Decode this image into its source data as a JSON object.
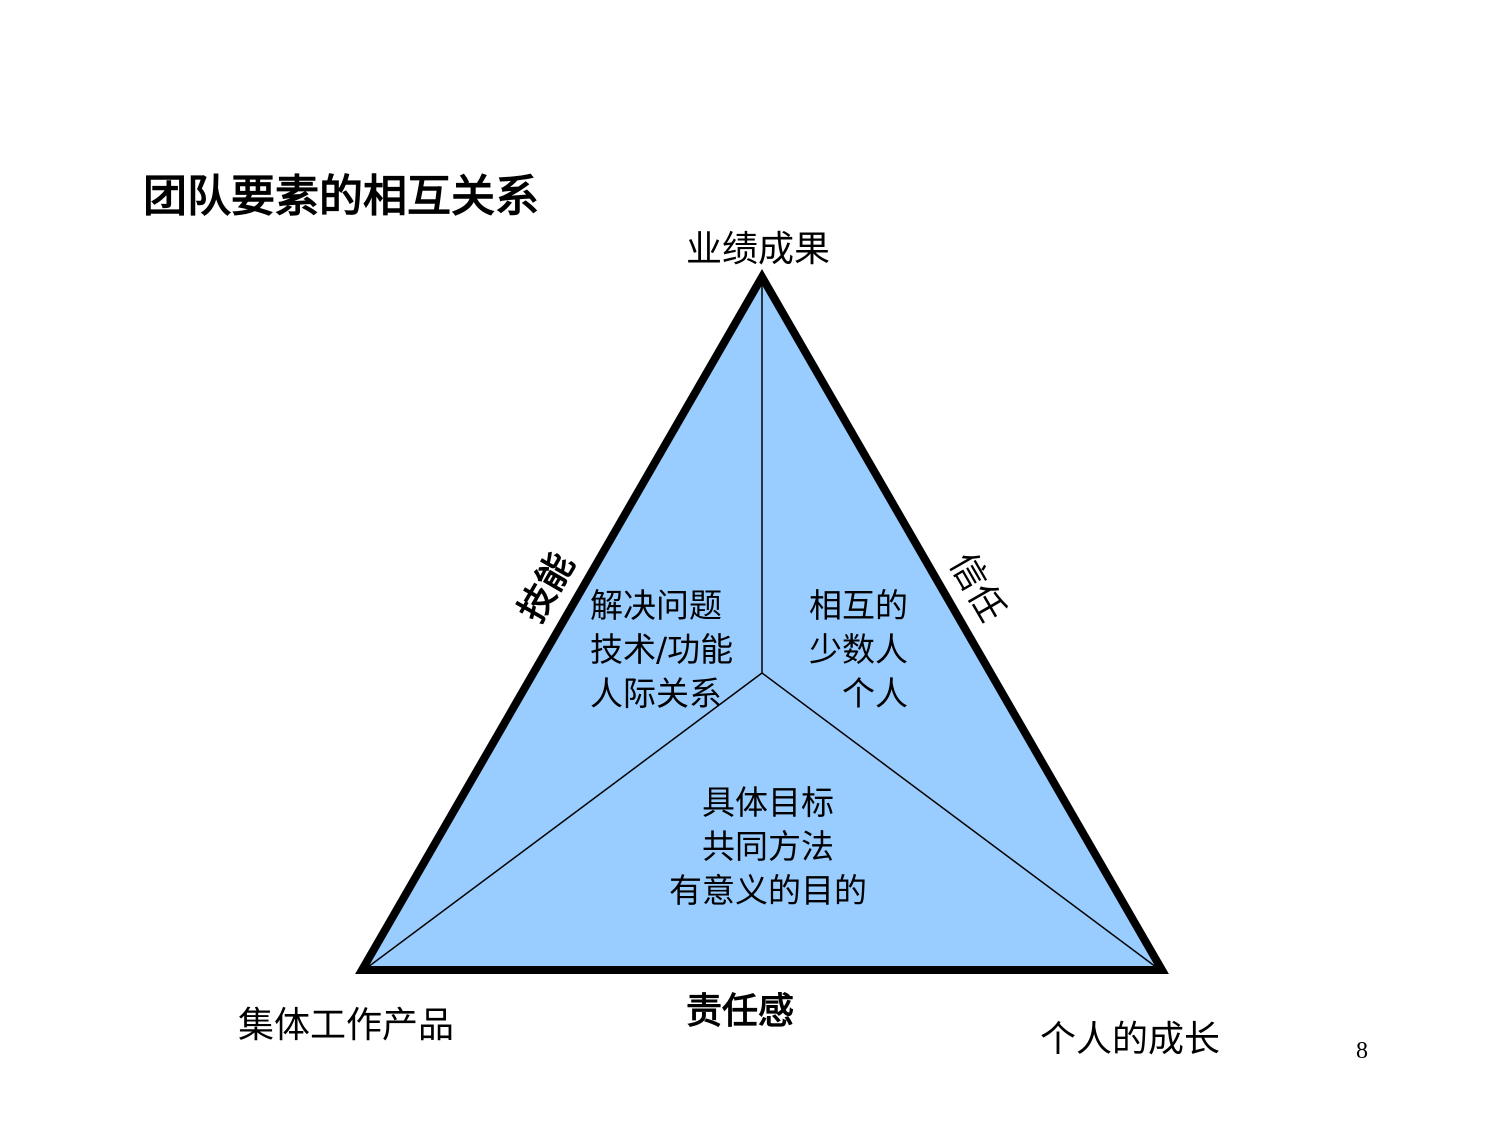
{
  "title": "团队要素的相互关系",
  "vertices": {
    "top": "业绩成果",
    "bottom_left": "集体工作产品",
    "bottom_right": "个人的成长"
  },
  "sides": {
    "left": "技能",
    "right": "信任",
    "bottom": "责任感"
  },
  "regions": {
    "left": [
      "解决问题",
      "技术/功能",
      "人际关系"
    ],
    "right": [
      "相互的",
      "少数人",
      "个人"
    ],
    "bottom": [
      "具体目标",
      "共同方法",
      "有意义的目的"
    ]
  },
  "page_number": "8",
  "colors": {
    "fill": "#99CCFF",
    "stroke": "#000000"
  }
}
